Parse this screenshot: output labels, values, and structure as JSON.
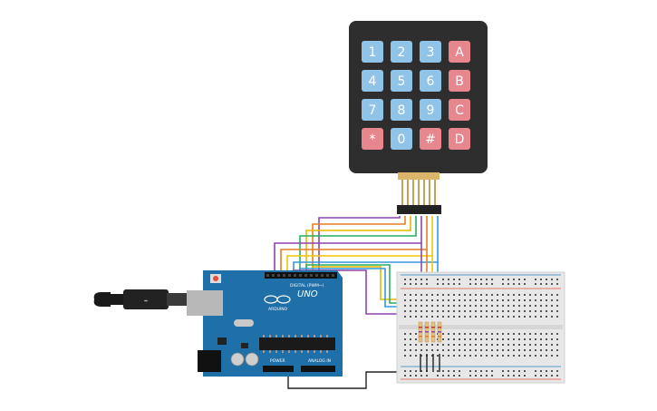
{
  "keypad": {
    "keys": [
      {
        "label": "1",
        "kind": "num"
      },
      {
        "label": "2",
        "kind": "num"
      },
      {
        "label": "3",
        "kind": "num"
      },
      {
        "label": "A",
        "kind": "letter"
      },
      {
        "label": "4",
        "kind": "num"
      },
      {
        "label": "5",
        "kind": "num"
      },
      {
        "label": "6",
        "kind": "num"
      },
      {
        "label": "B",
        "kind": "letter"
      },
      {
        "label": "7",
        "kind": "num"
      },
      {
        "label": "8",
        "kind": "num"
      },
      {
        "label": "9",
        "kind": "num"
      },
      {
        "label": "C",
        "kind": "letter"
      },
      {
        "label": "*",
        "kind": "letter"
      },
      {
        "label": "0",
        "kind": "num"
      },
      {
        "label": "#",
        "kind": "letter"
      },
      {
        "label": "D",
        "kind": "letter"
      }
    ],
    "colors": {
      "body": "#2e2e2e",
      "num": "#8fc4e8",
      "letter": "#e8868d"
    }
  },
  "arduino": {
    "brand": "ARDUINO",
    "model": "UNO",
    "header_label": "DIGITAL (PWM~)",
    "power_label": "POWER",
    "analog_label": "ANALOG IN",
    "board_color": "#1f6fa8"
  },
  "wires": {
    "colors": [
      "#8e44ad",
      "#e67e22",
      "#f1c40f",
      "#27ae60",
      "#2ecc71",
      "#3498db",
      "#6c3fc7",
      "#e8b800"
    ]
  },
  "breadboard": {
    "rail_red": "#e74c3c",
    "rail_blue": "#2980b9"
  }
}
